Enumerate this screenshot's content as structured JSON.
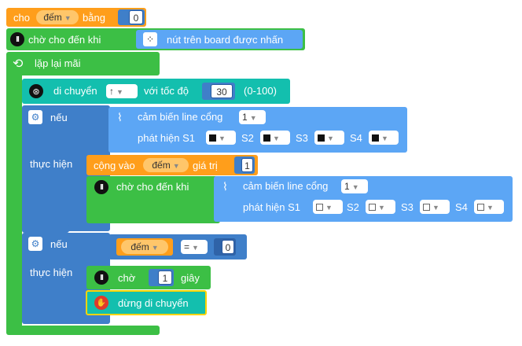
{
  "blocks": {
    "set_var": {
      "prefix": "cho",
      "var": "đếm",
      "mid": "bằng",
      "value": "0"
    },
    "wait_button": {
      "label": "chờ cho đến khi",
      "sensor": "nút trên board được nhấn"
    },
    "forever": {
      "label": "lặp lại mãi"
    },
    "move": {
      "label": "di chuyển",
      "direction": "↑",
      "speed_label": "với tốc độ",
      "speed": "30",
      "range": "(0-100)"
    },
    "if1": {
      "if_label": "nếu",
      "do_label": "thực hiện",
      "cond": {
        "label": "cảm biến line cổng",
        "port": "1",
        "detect": "phát hiện S1",
        "s2": "S2",
        "s3": "S3",
        "s4": "S4"
      },
      "add": {
        "label": "cộng vào",
        "var": "đếm",
        "mid": "giá trị",
        "value": "1"
      },
      "wait": {
        "label": "chờ cho đến khi",
        "cond": {
          "label": "cảm biến line cổng",
          "port": "1",
          "detect": "phát hiện S1",
          "s2": "S2",
          "s3": "S3",
          "s4": "S4"
        }
      }
    },
    "if2": {
      "if_label": "nếu",
      "do_label": "thực hiện",
      "compare": {
        "var": "đếm",
        "op": "=",
        "value": "0"
      },
      "wait": {
        "label": "chờ",
        "value": "1",
        "unit": "giây"
      },
      "stop": {
        "label": "dừng di chuyển"
      }
    }
  },
  "colors": {
    "variables": "#FF9E1B",
    "control": "#3CBF45",
    "motion": "#13BFAE",
    "logic": "#3F7FC9",
    "sensor": "#4C97FF"
  }
}
